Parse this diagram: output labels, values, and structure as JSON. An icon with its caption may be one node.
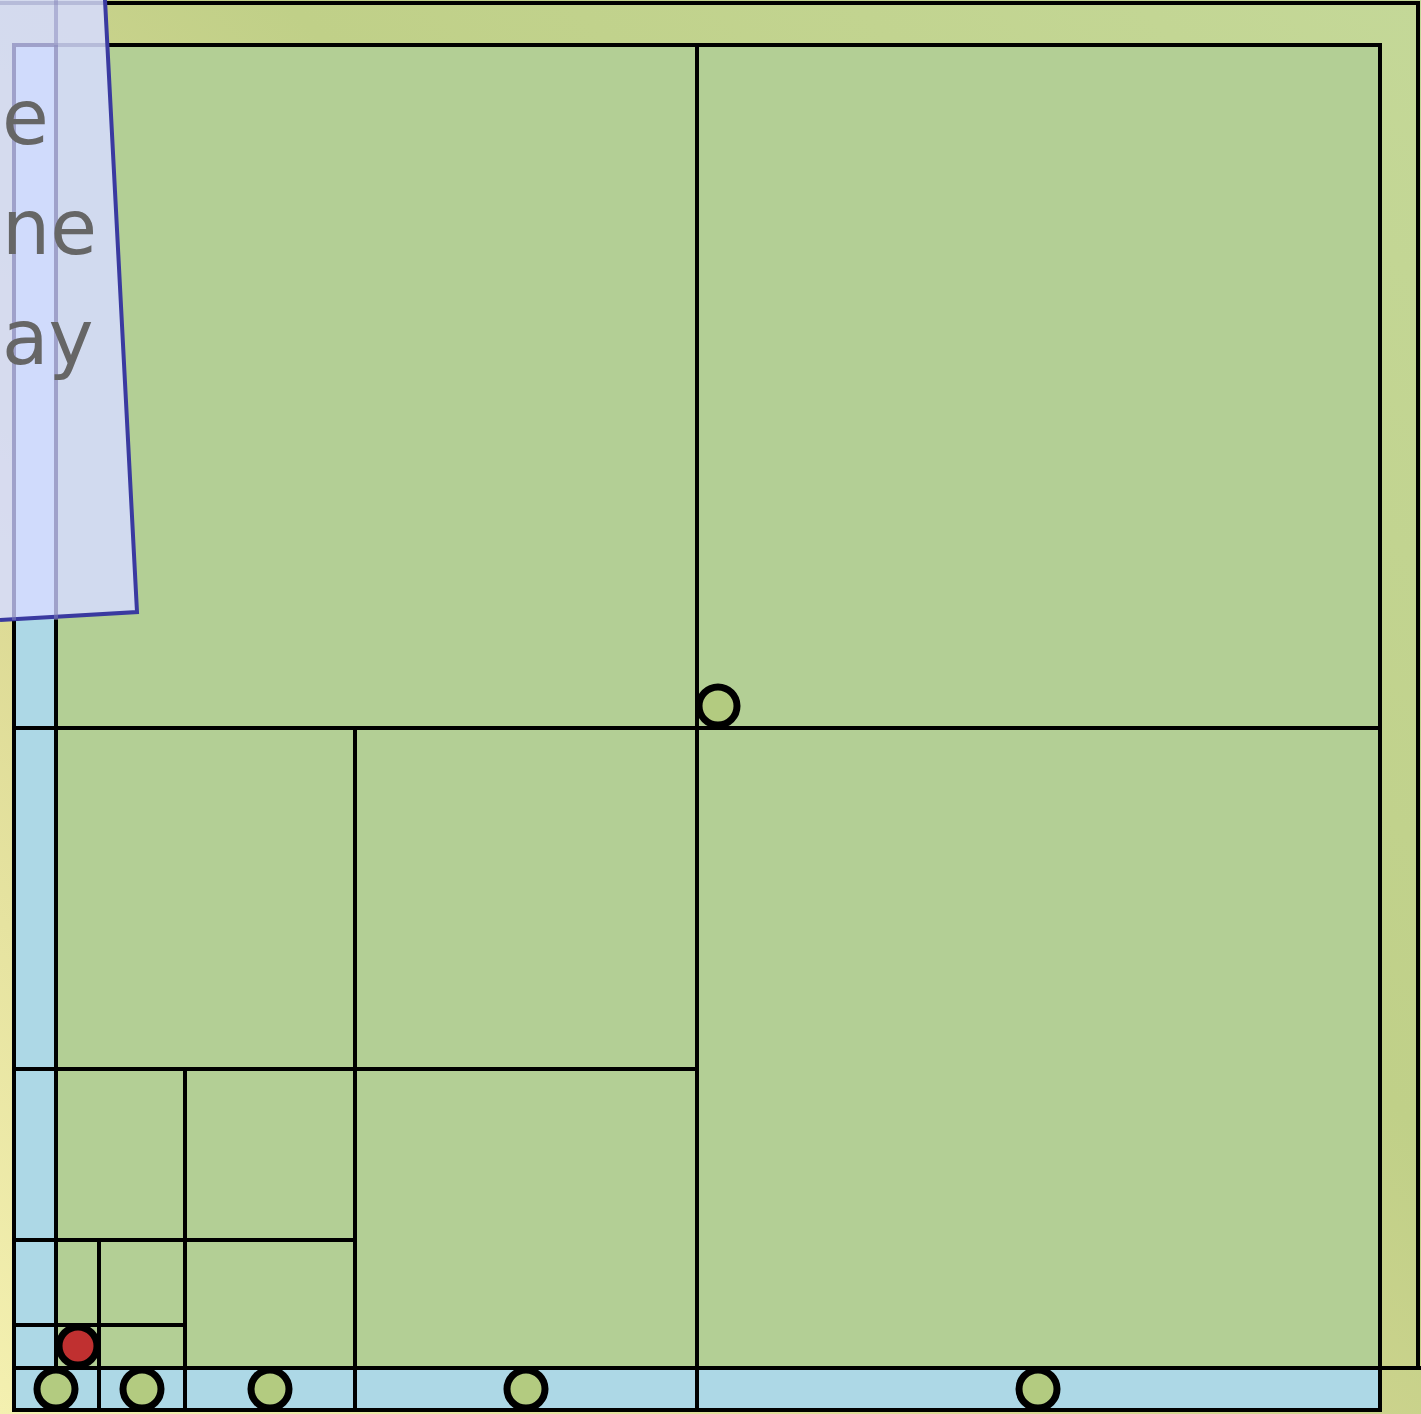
{
  "diagram": {
    "labels": [
      "e",
      "ne",
      "ay"
    ]
  }
}
